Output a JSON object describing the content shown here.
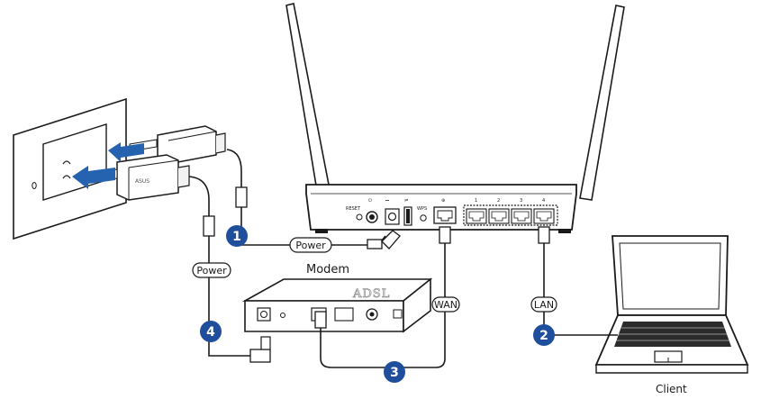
{
  "devices": {
    "modem_label": "Modem",
    "modem_brand": "ADSL",
    "client_label": "Client",
    "adapter_brand": "ASUS"
  },
  "cables": {
    "power_top": "Power",
    "power_left": "Power",
    "wan": "WAN",
    "lan": "LAN"
  },
  "router_labels": {
    "reset": "RESET",
    "wps": "WPS",
    "lan_ports": [
      "1",
      "2",
      "3",
      "4"
    ]
  },
  "steps": [
    "1",
    "2",
    "3",
    "4"
  ],
  "colors": {
    "badge": "#1f4e9c",
    "arrow": "#2563b0",
    "line": "#1a1a1a"
  }
}
